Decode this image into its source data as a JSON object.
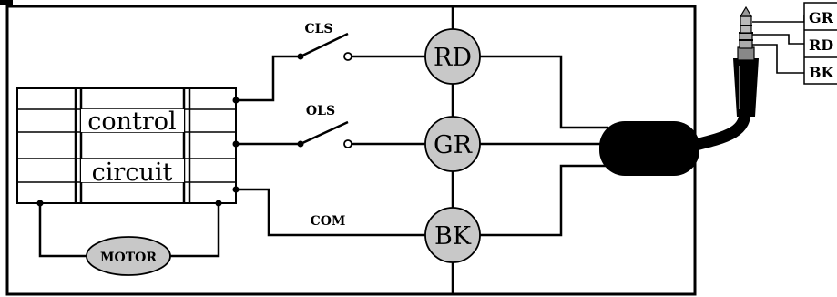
{
  "switches": {
    "cls": "CLS",
    "ols": "OLS",
    "com": "COM"
  },
  "control_block": {
    "line1": "control",
    "line2": "circuit"
  },
  "motor": {
    "label": "MOTOR"
  },
  "terminals": {
    "rd": "RD",
    "gr": "GR",
    "bk": "BK"
  },
  "plug_legend": {
    "gr": "GR",
    "rd": "RD",
    "bk": "BK"
  },
  "colors": {
    "terminal_fill": "#c8c8c8",
    "motor_fill": "#c8c8c8",
    "line": "#000000",
    "background": "#ffffff"
  }
}
